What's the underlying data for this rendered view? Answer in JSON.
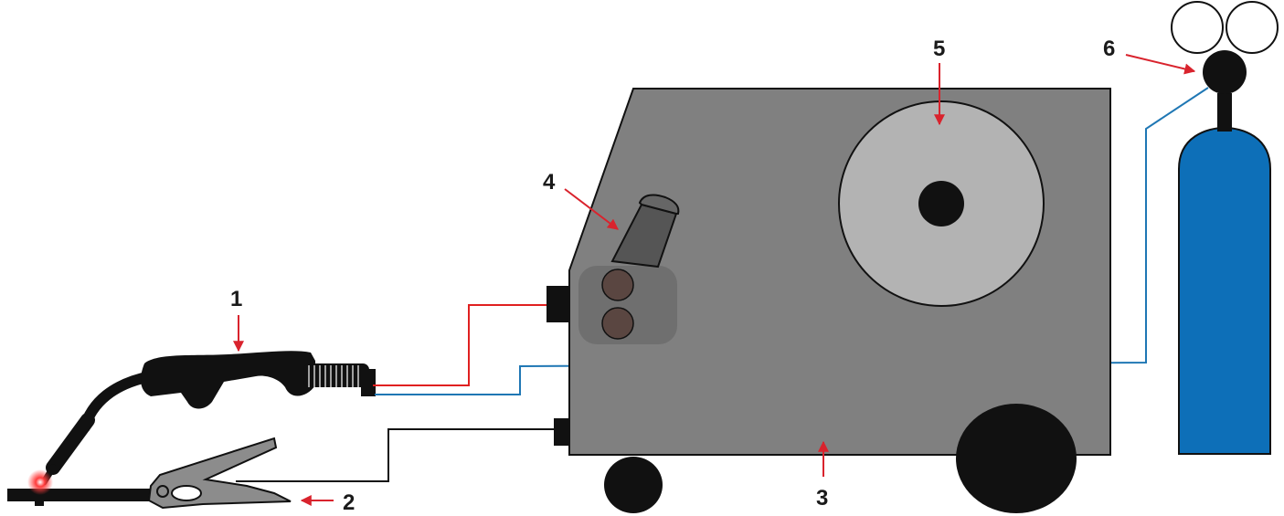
{
  "colors": {
    "machine_body": "#808080",
    "spool": "#b3b3b3",
    "cylinder": "#0d6fb8",
    "wire_feed": "#e02020",
    "gas_line": "#1f77b4",
    "arrow": "#d9232d",
    "outline": "#1a1a1a"
  },
  "callouts": [
    {
      "id": "torch",
      "label": "1"
    },
    {
      "id": "ground-clamp",
      "label": "2"
    },
    {
      "id": "machine",
      "label": "3"
    },
    {
      "id": "drive-rolls",
      "label": "4"
    },
    {
      "id": "wire-spool",
      "label": "5"
    },
    {
      "id": "regulator",
      "label": "6"
    }
  ]
}
